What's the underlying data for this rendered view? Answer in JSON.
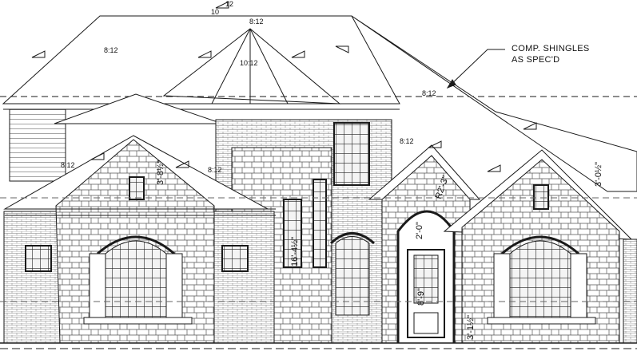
{
  "callout": {
    "line1": "COMP. SHINGLES",
    "line2": "AS SPEC'D"
  },
  "pitches": {
    "top_center": "8:12",
    "main_left": "8:12",
    "tower": "10:12",
    "main_right": "8:12",
    "right_lower": "8:12",
    "left_gable_left": "8:12",
    "left_gable_right": "8:12"
  },
  "slope_marks": {
    "run": "12",
    "rise": "10"
  },
  "dimensions": {
    "left_gable": "3'-8½\"",
    "window_tall": "16'-4½\"",
    "arch_radius": "R2'-3\"",
    "entry_arch": "2'-0\"",
    "door_height": "8'-9\"",
    "right_gable": "3'-0½\"",
    "base": "3'-1½\""
  },
  "colors": {
    "line": "#1a1a1a",
    "stone": "#555555"
  }
}
